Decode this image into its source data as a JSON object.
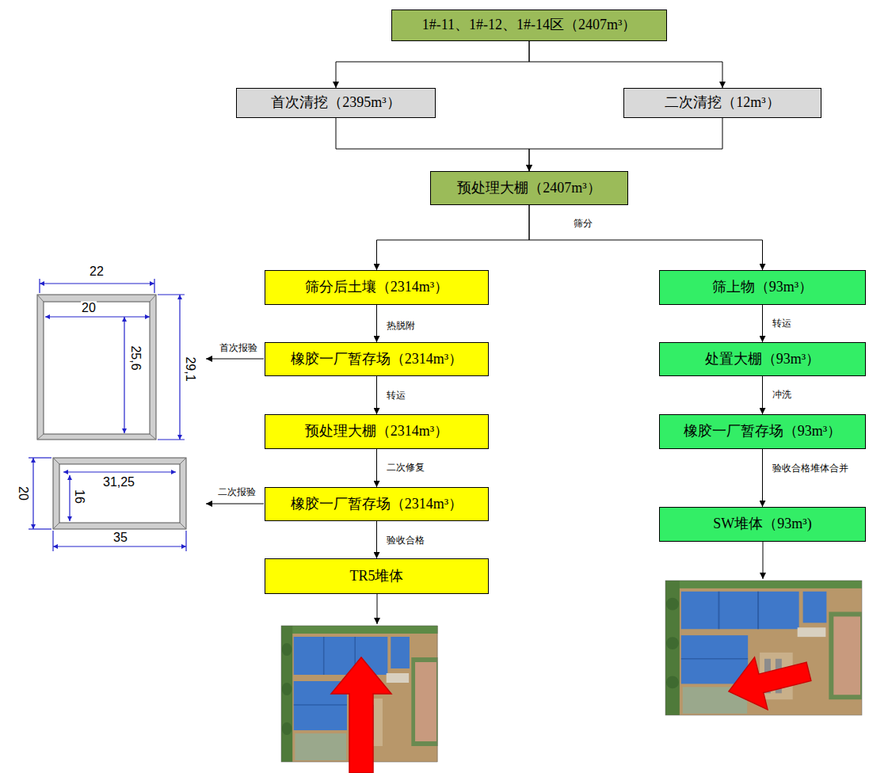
{
  "diagram": {
    "nodes": [
      {
        "text": [
          "1#-11、1#-12、1#-14区（2407m³）"
        ]
      },
      {
        "text": [
          "首次清挖（2395m³）"
        ]
      },
      {
        "text": [
          "二次清挖（12m³）"
        ]
      },
      {
        "text": [
          "预处理大棚（2407m³）"
        ]
      },
      {
        "text": [
          "筛分后土壤（2314m³）"
        ]
      },
      {
        "text": [
          "筛上物（93m³）"
        ]
      },
      {
        "text": [
          "橡胶一厂暂存场（2314m³）"
        ]
      },
      {
        "text": [
          "处置大棚（93m³）"
        ]
      },
      {
        "text": [
          "预处理大棚（2314m³）"
        ]
      },
      {
        "text": [
          "橡胶一厂暂存场（93m³）"
        ]
      },
      {
        "text": [
          "橡胶一厂暂存场（2314m³）"
        ]
      },
      {
        "text": [
          "SW堆体（93m³)"
        ]
      },
      {
        "text": [
          "TR5堆体"
        ]
      }
    ],
    "edges": [
      {
        "from": 0,
        "to": 1,
        "arrow": "to"
      },
      {
        "from": 0,
        "to": 2,
        "arrow": "to"
      },
      {
        "from": 1,
        "to": 3,
        "arrow": "to"
      },
      {
        "from": 2,
        "to": 3,
        "arrow": "to"
      },
      {
        "from": 3,
        "to": 4,
        "label": "筛分",
        "arrow": "to"
      },
      {
        "from": 3,
        "to": 5,
        "arrow": "to"
      },
      {
        "from": 4,
        "to": 6,
        "label": "热脱附",
        "arrow": "to"
      },
      {
        "from": 6,
        "to": 8,
        "label": "转运",
        "arrow": "to"
      },
      {
        "from": 8,
        "to": 10,
        "label": "二次修复",
        "arrow": "to"
      },
      {
        "from": 10,
        "to": 12,
        "label": "验收合格",
        "arrow": "to"
      },
      {
        "from": 5,
        "to": 7,
        "label": "转运",
        "arrow": "to"
      },
      {
        "from": 7,
        "to": 9,
        "label": "冲洗",
        "arrow": "to"
      },
      {
        "from": 9,
        "to": 11,
        "label": "验收合格堆体合并",
        "arrow": "to"
      }
    ],
    "labels": [
      "22",
      "20",
      "25,6",
      "29,1",
      "首次报验",
      "31,25",
      "16",
      "20",
      "35",
      "二次报验"
    ]
  }
}
